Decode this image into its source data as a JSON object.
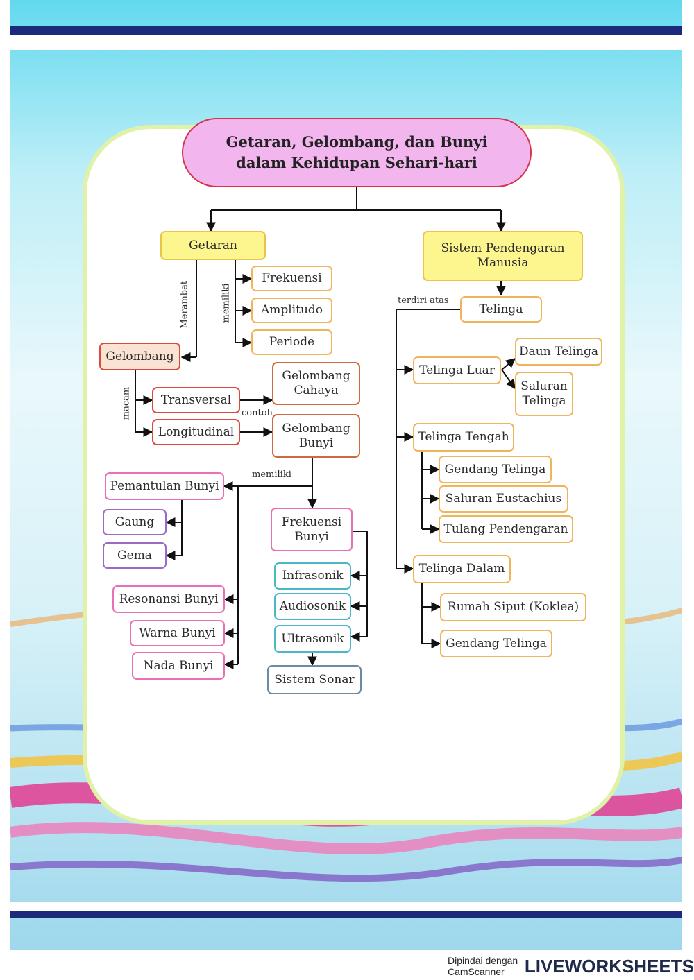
{
  "title": "Getaran, Gelombang, dan Bunyi\ndalam Kehidupan Sehari-hari",
  "colors": {
    "title_fill": "#f3b5ee",
    "title_border": "#d4334a",
    "yellow_fill": "#fdf58e",
    "arrow": "#111111"
  },
  "nodes": {
    "getaran": "Getaran",
    "sistem": "Sistem Pendengaran\nManusia",
    "frekuensi": "Frekuensi",
    "amplitudo": "Amplitudo",
    "periode": "Periode",
    "telinga": "Telinga",
    "gelombang": "Gelombang",
    "telinga_luar": "Telinga Luar",
    "daun_telinga": "Daun Telinga",
    "saluran_telinga": "Saluran\nTelinga",
    "transversal": "Transversal",
    "longitudinal": "Longitudinal",
    "gel_cahaya": "Gelombang\nCahaya",
    "gel_bunyi": "Gelombang\nBunyi",
    "telinga_tengah": "Telinga Tengah",
    "gendang_telinga_1": "Gendang Telinga",
    "saluran_eustachius": "Saluran Eustachius",
    "tulang_pendengaran": "Tulang Pendengaran",
    "pemantulan": "Pemantulan Bunyi",
    "gaung": "Gaung",
    "gema": "Gema",
    "frek_bunyi": "Frekuensi\nBunyi",
    "infrasonik": "Infrasonik",
    "audiosonik": "Audiosonik",
    "ultrasonik": "Ultrasonik",
    "sonar": "Sistem Sonar",
    "resonansi": "Resonansi Bunyi",
    "warna": "Warna Bunyi",
    "nada": "Nada Bunyi",
    "telinga_dalam": "Telinga Dalam",
    "rumah_siput": "Rumah Siput (Koklea)",
    "gendang_telinga_2": "Gendang Telinga"
  },
  "labels": {
    "merambat": "Merambat",
    "memiliki_1": "memiliki",
    "terdiri_atas": "terdiri atas",
    "macam": "macam",
    "contoh": "contoh",
    "memiliki_2": "memiliki"
  },
  "footer": {
    "text": "Dipindai dengan CamScanner",
    "brand": "LIVEWORKSHEETS"
  }
}
